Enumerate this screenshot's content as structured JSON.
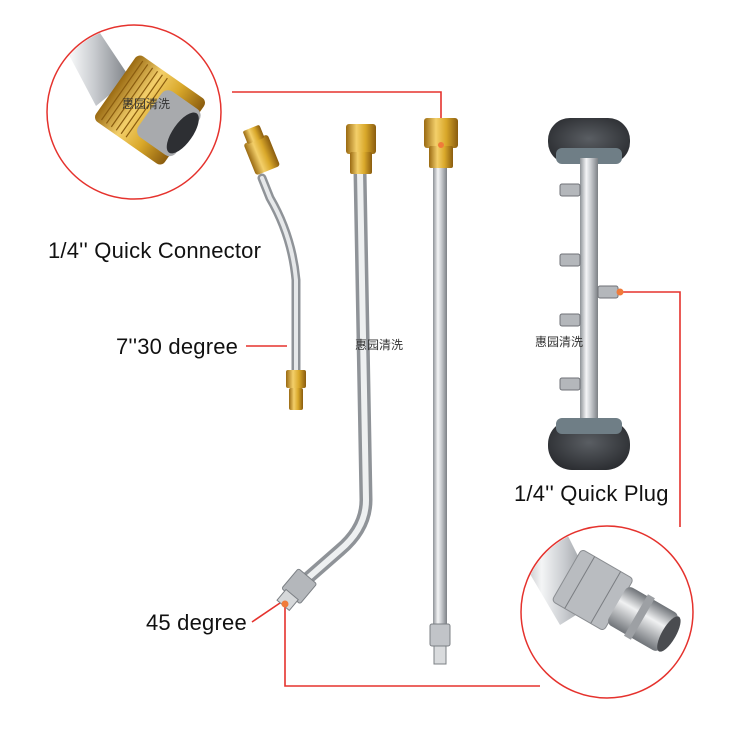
{
  "labels": {
    "quick_connector": "1/4'' Quick Connector",
    "degree_30": "7''30 degree",
    "degree_45": "45 degree",
    "quick_plug": "1/4'' Quick Plug"
  },
  "watermark": "惠园清洗",
  "colors": {
    "callout_line": "#e5322d",
    "brass": "#d9a82a",
    "steel": "#c9ccd0",
    "wheel_dark": "#3c3f44",
    "wheel_rim": "#6f7e86"
  },
  "icons": [
    "zoom-circle-connector",
    "zoom-circle-plug"
  ]
}
